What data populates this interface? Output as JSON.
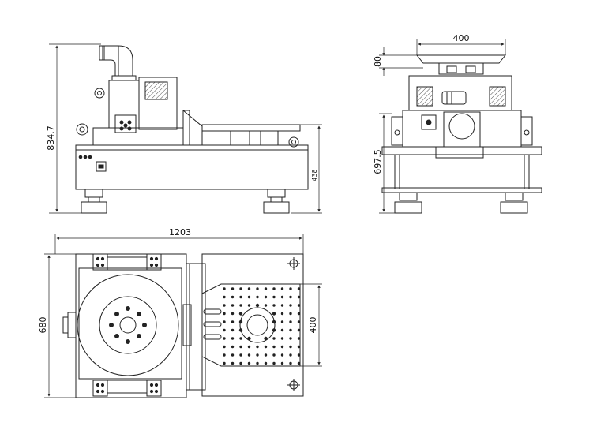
{
  "dimensions": {
    "side_height": "834.7",
    "side_table_height": "438",
    "front_top_width": "400",
    "front_top_thickness": "80",
    "front_height": "697.5",
    "plan_width": "1203",
    "plan_depth": "680",
    "plan_table_width": "400"
  },
  "colors": {
    "line": "#222222",
    "background": "#ffffff"
  }
}
